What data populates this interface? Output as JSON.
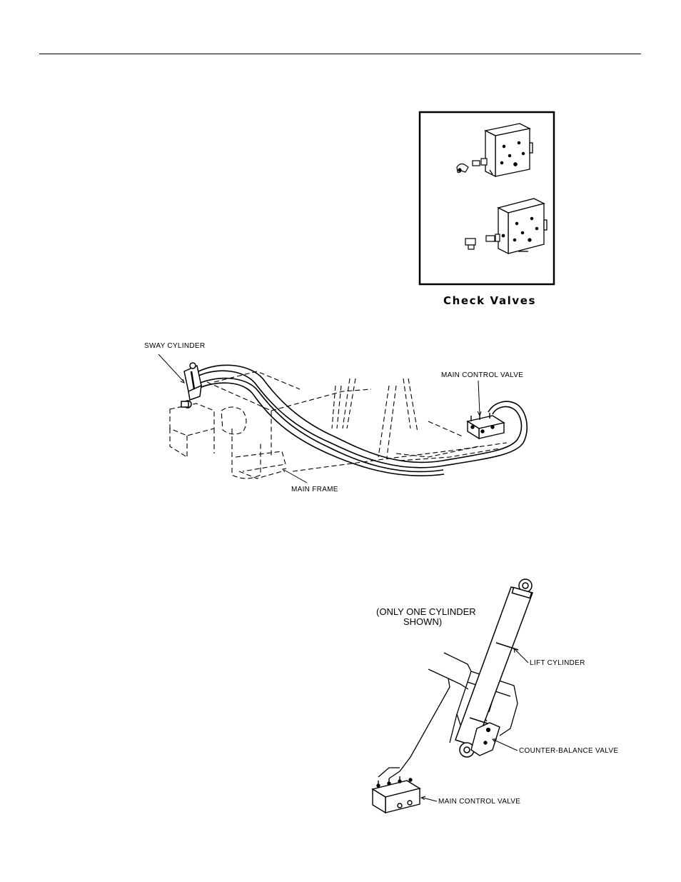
{
  "check_valves": {
    "caption": "Check Valves"
  },
  "sway_figure": {
    "labels": {
      "sway_cylinder": "SWAY CYLINDER",
      "main_control_valve": "MAIN CONTROL VALVE",
      "main_frame": "MAIN FRAME"
    }
  },
  "lift_figure": {
    "note_line1": "(ONLY ONE CYLINDER",
    "note_line2": "SHOWN)",
    "labels": {
      "lift_cylinder": "LIFT CYLINDER",
      "counter_balance_valve": "COUNTER-BALANCE VALVE",
      "main_control_valve": "MAIN CONTROL VALVE"
    }
  }
}
